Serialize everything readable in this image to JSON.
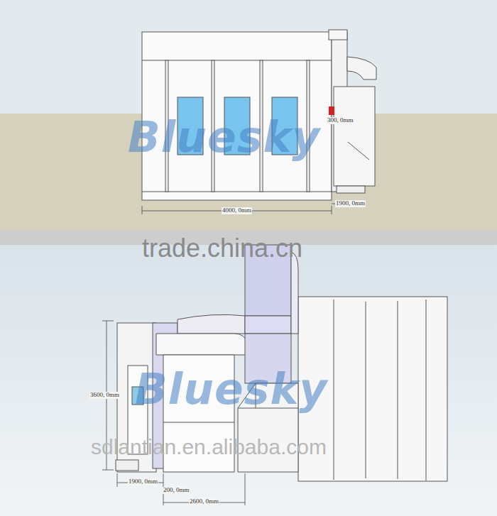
{
  "diagram": {
    "labels": [
      "300, 0mm",
      "Bluesky",
      "4000, 0mm",
      "1900, 0mm",
      "trade.china.cn",
      "Bluesky",
      "3600, 0mm",
      "sdlantian.en.alibaba.com",
      "1900, 0mm",
      "200, 0mm",
      "2600, 0mm"
    ]
  }
}
